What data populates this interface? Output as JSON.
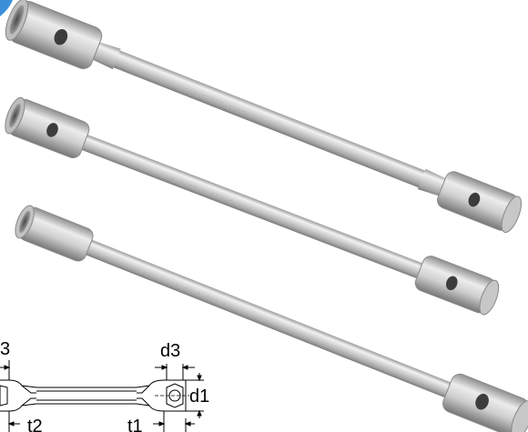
{
  "image": {
    "subject": "double-ended tubular box wrenches",
    "wrench_count": 3
  },
  "diagram": {
    "labels": {
      "d3_left": "3",
      "d3_right": "d3",
      "d1": "d1",
      "t1": "t1",
      "t2": "t2"
    }
  },
  "colors": {
    "background": "#ffffff",
    "steel_light": "#ededed",
    "steel_mid": "#c4c4c4",
    "steel_dark": "#8a8a8a",
    "accent_corner": "#3a8fd8"
  }
}
